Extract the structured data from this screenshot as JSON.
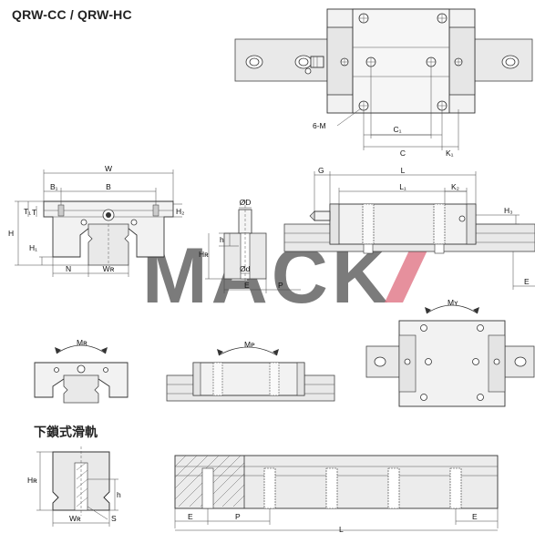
{
  "title": "QRW-CC / QRW-HC",
  "subtitle": "下鎖式滑軌",
  "watermark": "MACK",
  "brand_color": "#c8102e",
  "watermark_colors": {
    "gray": "#8a8fa0",
    "red": "#c8102e"
  },
  "labels": {
    "top_view": {
      "six_m": "6-M",
      "c1": "C₁",
      "c": "C",
      "k1": "K₁"
    },
    "front_view": {
      "w": "W",
      "b1": "B₁",
      "b": "B",
      "t1": "T₁",
      "t": "T",
      "h": "H",
      "h1": "H₁",
      "h2": "H₂",
      "n": "N",
      "wr": "Wʀ"
    },
    "rail_section": {
      "od": "ØD",
      "h": "h",
      "hr": "Hʀ",
      "od_small": "Ød",
      "e": "E",
      "p": "P"
    },
    "side_view": {
      "g": "G",
      "l": "L",
      "l1": "L₁",
      "k2": "K₂",
      "h3": "H₃",
      "e": "E"
    },
    "moments": {
      "mr": "Mʀ",
      "mp": "Mᴘ",
      "my": "Mʏ"
    },
    "bottom_section": {
      "hr": "Hʀ",
      "h": "h",
      "wr": "Wʀ",
      "s": "S"
    },
    "bottom_rail": {
      "e1": "E",
      "p": "P",
      "e2": "E",
      "l": "L"
    }
  }
}
